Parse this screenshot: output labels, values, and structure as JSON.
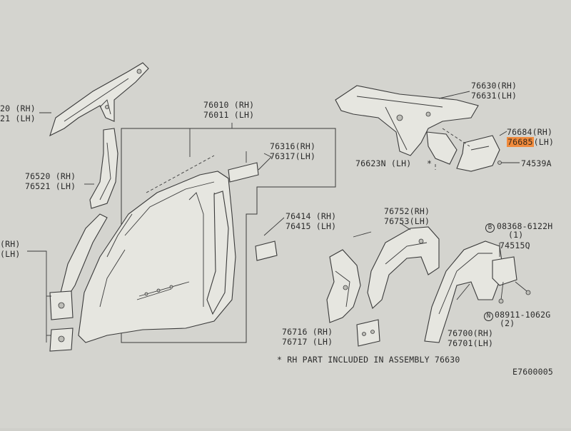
{
  "diagram_code": "E7600005",
  "footnote": "* RH PART INCLUDED IN ASSEMBLY 76630",
  "highlight_color": "#f08a3c",
  "labels": {
    "p_20": "20 (RH)",
    "p_21": "21 (LH)",
    "p_76520": "76520 (RH)",
    "p_76521": "76521 (LH)",
    "p_rh": "(RH)",
    "p_lh": "(LH)",
    "p_76010": "76010 (RH)",
    "p_76011": "76011 (LH)",
    "p_76316": "76316(RH)",
    "p_76317": "76317(LH)",
    "p_76414": "76414 (RH)",
    "p_76415": "76415 (LH)",
    "p_76630": "76630(RH)",
    "p_76631": "76631(LH)",
    "p_76684": "76684(RH)",
    "p_76685": "76685",
    "p_76685_side": "(LH)",
    "p_76623n": "76623N (LH)",
    "p_star": "*",
    "p_74539a": "74539A",
    "p_76752": "76752(RH)",
    "p_76753": "76753(LH)",
    "p_08368": "08368-6122H",
    "p_08368_qty": "(1)",
    "p_08368_mark": "B",
    "p_74515q": "74515Q",
    "p_08911": "08911-1062G",
    "p_08911_qty": "(2)",
    "p_08911_mark": "N",
    "p_76716": "76716 (RH)",
    "p_76717": "76717 (LH)",
    "p_76700": "76700(RH)",
    "p_76701": "76701(LH)"
  }
}
